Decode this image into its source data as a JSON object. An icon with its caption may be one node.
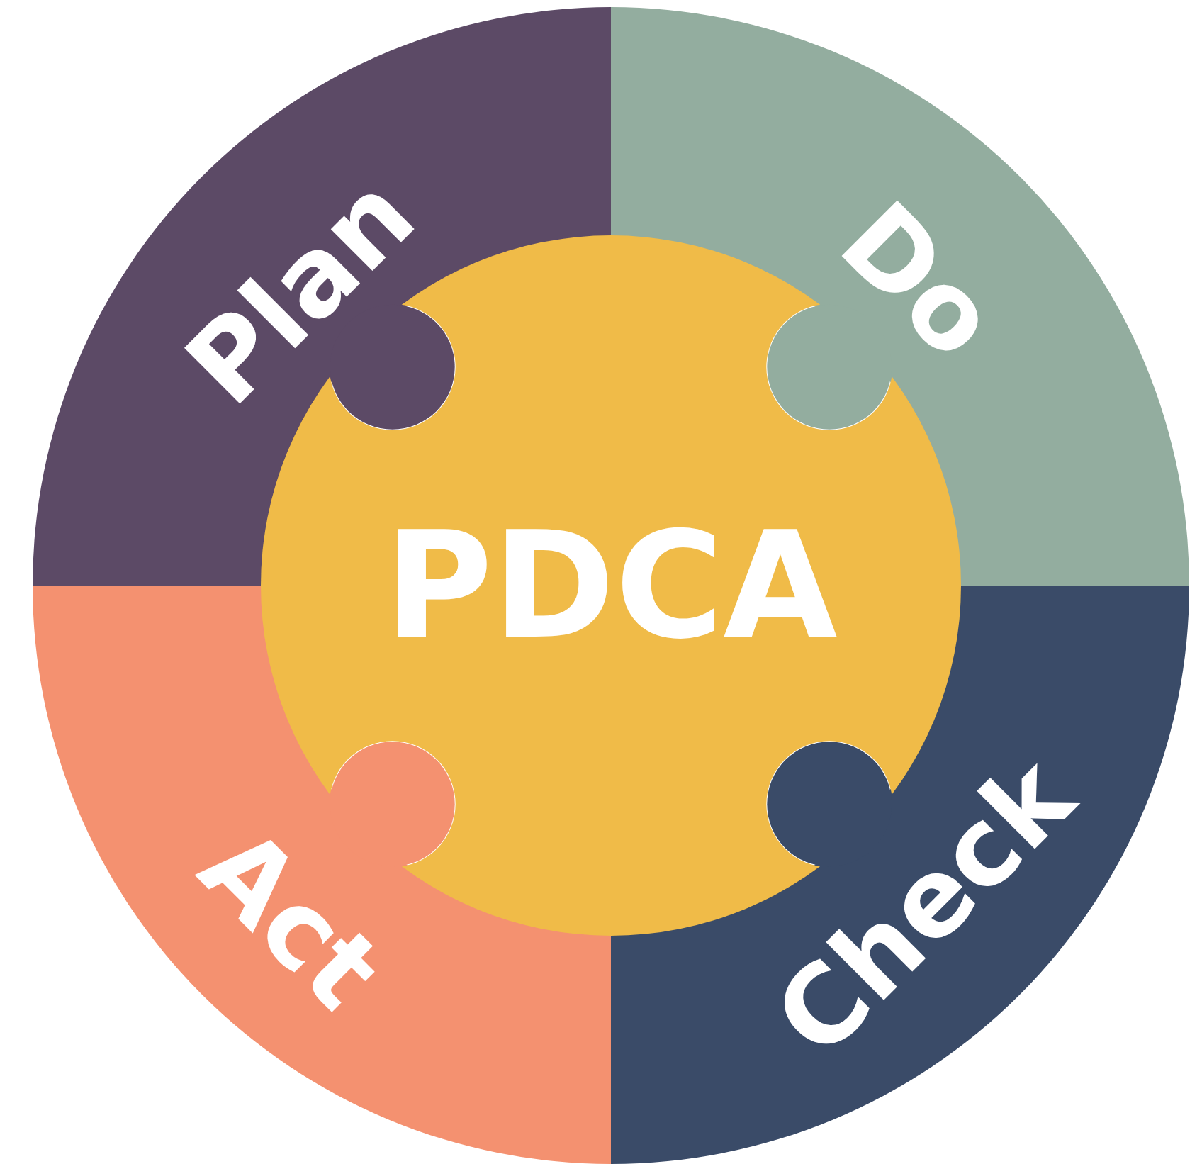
{
  "diagram": {
    "nodes": [
      {
        "text": [
          "Plan"
        ]
      },
      {
        "text": [
          "Do"
        ]
      },
      {
        "text": [
          "PDCA"
        ]
      },
      {
        "text": [
          "Act"
        ]
      },
      {
        "text": [
          "Check"
        ]
      }
    ]
  }
}
